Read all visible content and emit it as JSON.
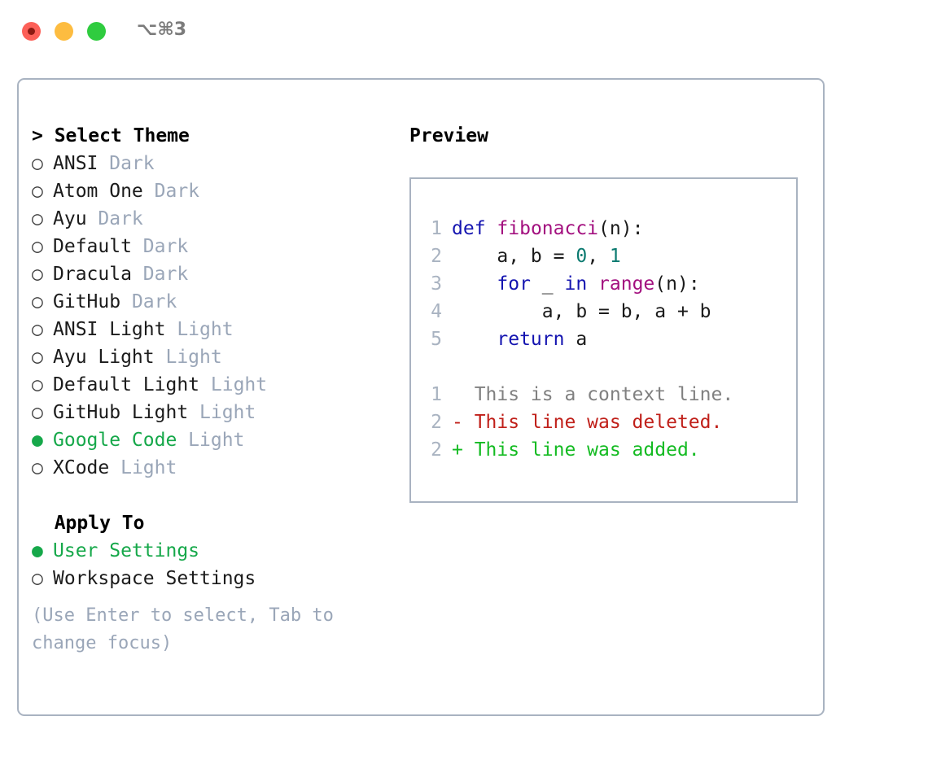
{
  "titlebar": {
    "shortcut": "⌥⌘3",
    "buttons": [
      {
        "name": "close",
        "color": "#fc6058"
      },
      {
        "name": "minimize",
        "color": "#fdbc40"
      },
      {
        "name": "maximize",
        "color": "#2fcc3f"
      }
    ]
  },
  "theme_picker": {
    "header": "Select Theme",
    "header_prefix": "> ",
    "selected_bullet": "●",
    "unselected_bullet": "○",
    "items": [
      {
        "name": "ANSI",
        "tag": "Dark",
        "selected": false
      },
      {
        "name": "Atom One",
        "tag": "Dark",
        "selected": false
      },
      {
        "name": "Ayu",
        "tag": "Dark",
        "selected": false
      },
      {
        "name": "Default",
        "tag": "Dark",
        "selected": false
      },
      {
        "name": "Dracula",
        "tag": "Dark",
        "selected": false
      },
      {
        "name": "GitHub",
        "tag": "Dark",
        "selected": false
      },
      {
        "name": "ANSI Light",
        "tag": "Light",
        "selected": false
      },
      {
        "name": "Ayu Light",
        "tag": "Light",
        "selected": false
      },
      {
        "name": "Default Light",
        "tag": "Light",
        "selected": false
      },
      {
        "name": "GitHub Light",
        "tag": "Light",
        "selected": false
      },
      {
        "name": "Google Code",
        "tag": "Light",
        "selected": true
      },
      {
        "name": "XCode",
        "tag": "Light",
        "selected": false
      }
    ]
  },
  "apply_to": {
    "header": "Apply To",
    "items": [
      {
        "name": "User Settings",
        "selected": true
      },
      {
        "name": "Workspace Settings",
        "selected": false
      }
    ]
  },
  "hint": "(Use Enter to select, Tab to change focus)",
  "preview": {
    "title": "Preview",
    "code_lines": [
      {
        "num": "1",
        "tokens": [
          {
            "t": "def",
            "c": "kw"
          },
          {
            "t": " ",
            "c": "pln"
          },
          {
            "t": "fibonacci",
            "c": "fn"
          },
          {
            "t": "(n):",
            "c": "pln"
          }
        ]
      },
      {
        "num": "2",
        "tokens": [
          {
            "t": "    a, b = ",
            "c": "pln"
          },
          {
            "t": "0",
            "c": "num"
          },
          {
            "t": ", ",
            "c": "pln"
          },
          {
            "t": "1",
            "c": "num"
          }
        ]
      },
      {
        "num": "3",
        "tokens": [
          {
            "t": "    ",
            "c": "pln"
          },
          {
            "t": "for",
            "c": "kw"
          },
          {
            "t": " _ ",
            "c": "pln"
          },
          {
            "t": "in",
            "c": "kw"
          },
          {
            "t": " ",
            "c": "pln"
          },
          {
            "t": "range",
            "c": "fn"
          },
          {
            "t": "(n):",
            "c": "pln"
          }
        ]
      },
      {
        "num": "4",
        "tokens": [
          {
            "t": "        a, b = b, a + b",
            "c": "pln"
          }
        ]
      },
      {
        "num": "5",
        "tokens": [
          {
            "t": "    ",
            "c": "pln"
          },
          {
            "t": "return",
            "c": "kw"
          },
          {
            "t": " a",
            "c": "pln"
          }
        ]
      }
    ],
    "diff_lines": [
      {
        "num": "1",
        "text": "  This is a context line.",
        "kind": "ctx"
      },
      {
        "num": "2",
        "text": "- This line was deleted.",
        "kind": "del"
      },
      {
        "num": "2",
        "text": "+ This line was added.",
        "kind": "add"
      }
    ]
  },
  "colors": {
    "accent_green": "#16a84a",
    "border": "#a9b3c1",
    "muted": "#9aa6b8",
    "keyword": "#1414b0",
    "function": "#a3107f",
    "number": "#0b7a70",
    "diff_added": "#14bb22",
    "diff_deleted": "#c0201a",
    "diff_context": "#808080"
  }
}
